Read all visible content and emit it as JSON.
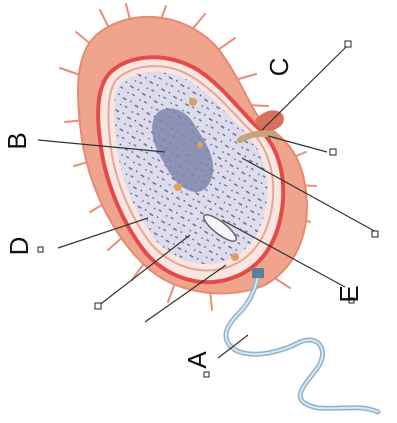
{
  "diagram": {
    "labels": {
      "A": "A",
      "B": "B",
      "C": "C",
      "D": "D",
      "E": "E"
    },
    "colors": {
      "capsule": "#f0a48d",
      "wall": "#e34b4b",
      "cytoplasm": "#d9d9ea",
      "nucleoid": "#7f86ae",
      "flagellum": "#8fb3cc",
      "pilus": "#e98f77"
    }
  }
}
